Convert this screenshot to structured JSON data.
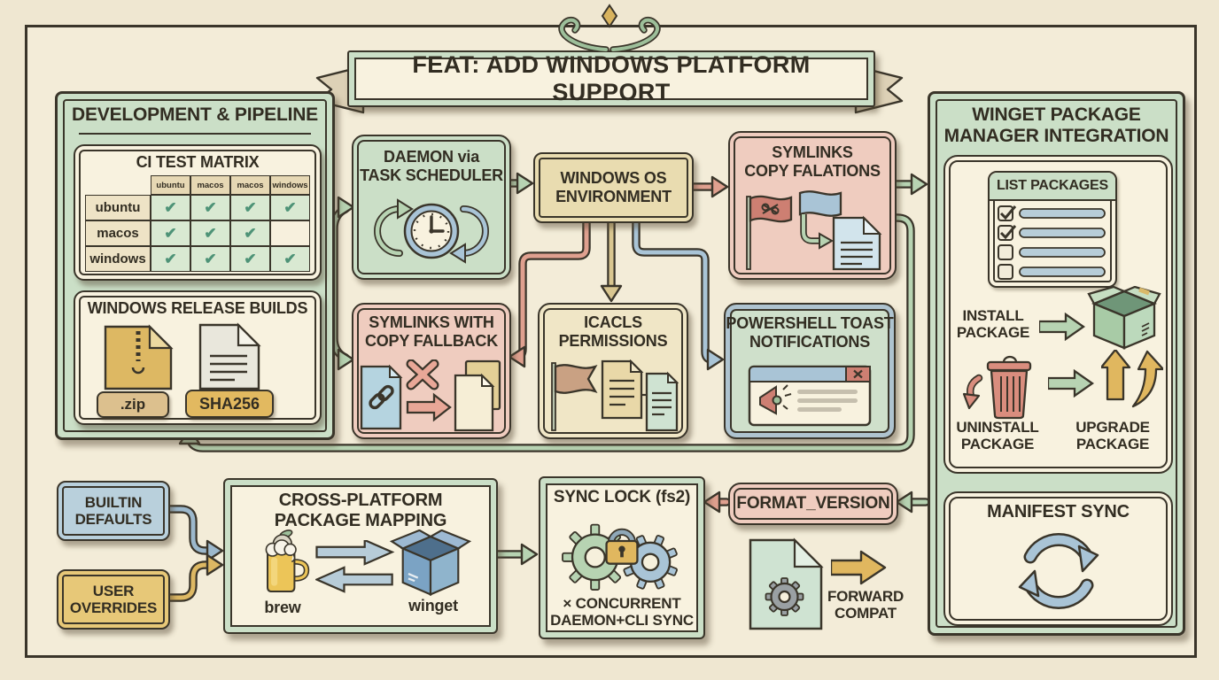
{
  "colors": {
    "background": "#efe7d1",
    "panel_green": "#cbdfc7",
    "cream": "#f8f2df",
    "tan": "#e9dcb0",
    "pink": "#efccbf",
    "steel_blue": "#a9c4d6",
    "butter_yellow": "#e7c878",
    "gold": "#e0b75f",
    "brick_red": "#cd7f72",
    "ink": "#3a352a",
    "check_teal": "#4e9377"
  },
  "banner": {
    "title": "FEAT: ADD WINDOWS PLATFORM SUPPORT"
  },
  "dev": {
    "title": "DEVELOPMENT & PIPELINE",
    "ci": {
      "title": "CI TEST MATRIX",
      "columns": [
        "ubuntu",
        "macos",
        "macos",
        "windows"
      ],
      "rows": [
        {
          "label": "ubuntu",
          "checks": [
            true,
            true,
            true,
            true
          ]
        },
        {
          "label": "macos",
          "checks": [
            true,
            true,
            true,
            false
          ]
        },
        {
          "label": "windows",
          "checks": [
            true,
            true,
            true,
            true
          ]
        }
      ]
    },
    "release": {
      "title": "WINDOWS RELEASE BUILDS",
      "zip_badge": ".zip",
      "sha_badge": "SHA256"
    }
  },
  "daemon": {
    "line1": "DAEMON via",
    "line2": "TASK SCHEDULER"
  },
  "windows_os": {
    "line1": "WINDOWS OS",
    "line2": "ENVIRONMENT"
  },
  "symlink_flags": {
    "line1": "SYMLINKS",
    "line2": "COPY FALATIONS"
  },
  "symlink_fallback": {
    "line1": "SYMLINKS WITH",
    "line2": "COPY FALLBACK"
  },
  "icacls": {
    "line1": "ICACLS",
    "line2": "PERMISSIONS"
  },
  "toast": {
    "line1": "POWERSHELL TOAST",
    "line2": "NOTIFICATIONS"
  },
  "winget": {
    "title1": "WINGET PACKAGE",
    "title2": "MANAGER INTEGRATION",
    "list_title": "LIST PACKAGES",
    "install1": "INSTALL",
    "install2": "PACKAGE",
    "uninstall1": "UNINSTALL",
    "uninstall2": "PACKAGE",
    "upgrade1": "UPGRADE",
    "upgrade2": "PACKAGE",
    "manifest_title": "MANIFEST SYNC"
  },
  "defaults": {
    "line1": "BUILTIN",
    "line2": "DEFAULTS"
  },
  "overrides": {
    "line1": "USER",
    "line2": "OVERRIDES"
  },
  "mapping": {
    "title1": "CROSS-PLATFORM",
    "title2": "PACKAGE MAPPING",
    "left_label": "brew",
    "right_label": "winget"
  },
  "sync_lock": {
    "title": "SYNC LOCK (fs2)",
    "note1": "× CONCURRENT",
    "note2": "DAEMON+CLI SYNC"
  },
  "format_version": {
    "label": "FORMAT_VERSION"
  },
  "forward": {
    "line1": "FORWARD",
    "line2": "COMPAT"
  },
  "glyphs": {
    "check": "✔"
  }
}
